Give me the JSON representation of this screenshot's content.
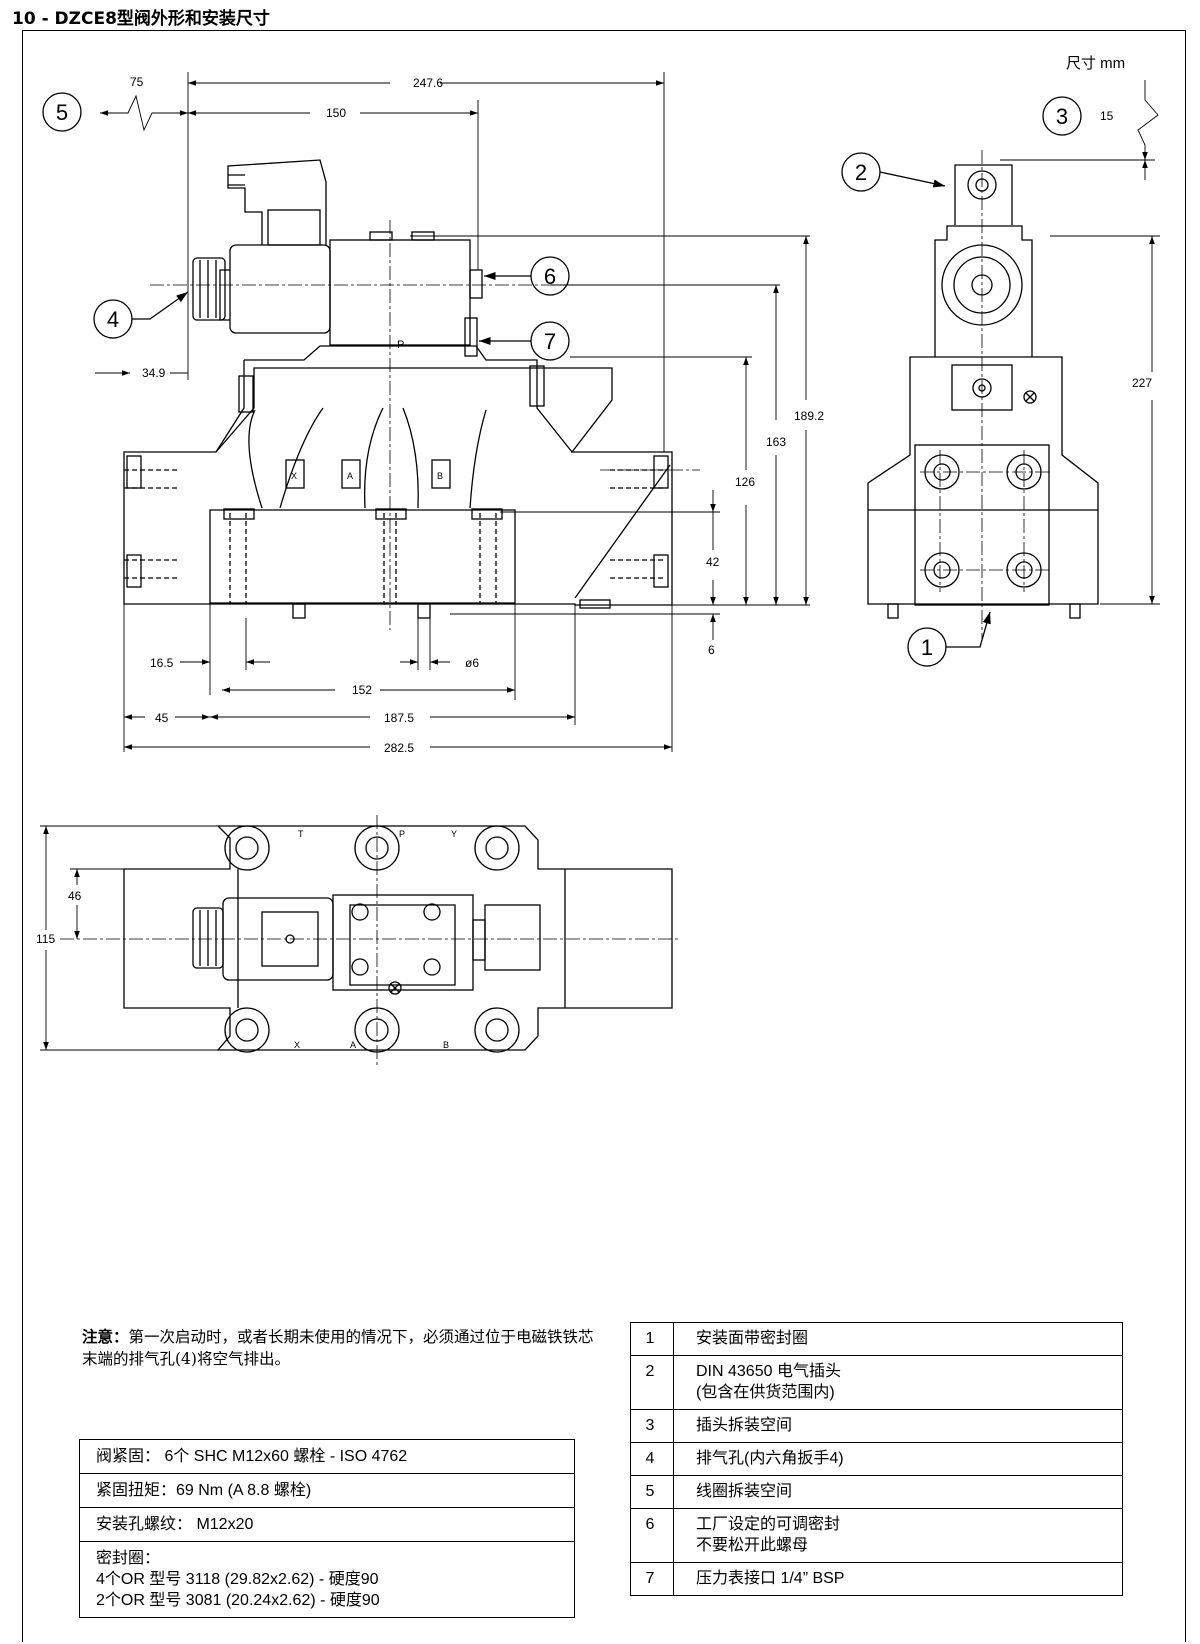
{
  "title": "10 - DZCE8型阀外形和安装尺寸",
  "units_label": "尺寸  mm",
  "dimensions": {
    "d75": "75",
    "d247_6": "247.6",
    "d150": "150",
    "d34_9": "34.9",
    "d189_2": "189.2",
    "d163": "163",
    "d126": "126",
    "d42": "42",
    "d6": "6",
    "d16_5": "16.5",
    "d6_dia": "ø6",
    "d152": "152",
    "d45": "45",
    "d187_5": "187.5",
    "d282_5": "282.5",
    "d15": "15",
    "d227": "227",
    "d46": "46",
    "d115": "115"
  },
  "callouts": [
    "1",
    "2",
    "3",
    "4",
    "5",
    "6",
    "7"
  ],
  "port_labels": {
    "x": "X",
    "a": "A",
    "b": "B",
    "p": "P",
    "t_top": "T",
    "p_top": "P",
    "y_top": "Y",
    "x_bot": "X",
    "a_bot": "A",
    "b_bot": "B"
  },
  "note": {
    "label": "注意：",
    "text": "第一次启动时，或者长期未使用的情况下，必须通过位于电磁铁铁芯末端的排气孔(4)将空气排出。"
  },
  "spec_rows": [
    {
      "text": "阀紧固：  6个 SHC M12x60 螺栓 - ISO 4762"
    },
    {
      "text": "紧固扭矩：69 Nm (A 8.8 螺栓)"
    },
    {
      "text": "安装孔螺纹：  M12x20"
    },
    {
      "lines": [
        "密封圈：",
        "4个OR 型号 3118 (29.82x2.62) - 硬度90",
        "2个OR 型号 3081 (20.24x2.62) - 硬度90"
      ]
    }
  ],
  "legend": [
    {
      "num": "1",
      "lines": [
        "安装面带密封圈"
      ]
    },
    {
      "num": "2",
      "lines": [
        "DIN 43650 电气插头",
        "(包含在供货范围内)"
      ]
    },
    {
      "num": "3",
      "lines": [
        "插头拆装空间"
      ]
    },
    {
      "num": "4",
      "lines": [
        "排气孔(内六角扳手4)"
      ]
    },
    {
      "num": "5",
      "lines": [
        "线圈拆装空间"
      ]
    },
    {
      "num": "6",
      "lines": [
        "工厂设定的可调密封",
        "不要松开此螺母"
      ]
    },
    {
      "num": "7",
      "lines": [
        "压力表接口 1/4” BSP"
      ]
    }
  ]
}
